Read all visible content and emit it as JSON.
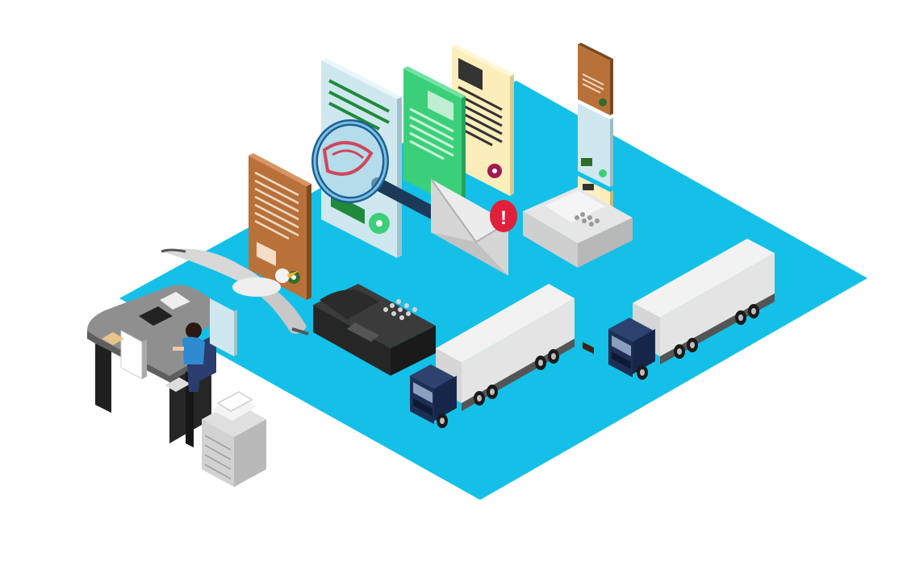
{
  "scene": {
    "background_color": "#ffffff",
    "floor_color": "#14c0e8",
    "objects": [
      "office-desk-with-worker",
      "photocopier",
      "seagull",
      "fax-machine-dark",
      "fax-machine-light",
      "document-orange",
      "document-light-blue",
      "document-green",
      "document-yellow",
      "document-stack-small",
      "magnifying-glass-icon",
      "envelope-icon",
      "alert-icon",
      "truck-front",
      "truck-back"
    ]
  },
  "colors": {
    "doc_orange": "#b9713a",
    "doc_lightblue": "#cfe8ef",
    "doc_green": "#3ccf7a",
    "doc_yellow": "#fbeebb",
    "truck_cab": "#1d2f55",
    "truck_trailer": "#e4e4e4",
    "alert_red": "#e0203a"
  },
  "alert_symbol": "!"
}
